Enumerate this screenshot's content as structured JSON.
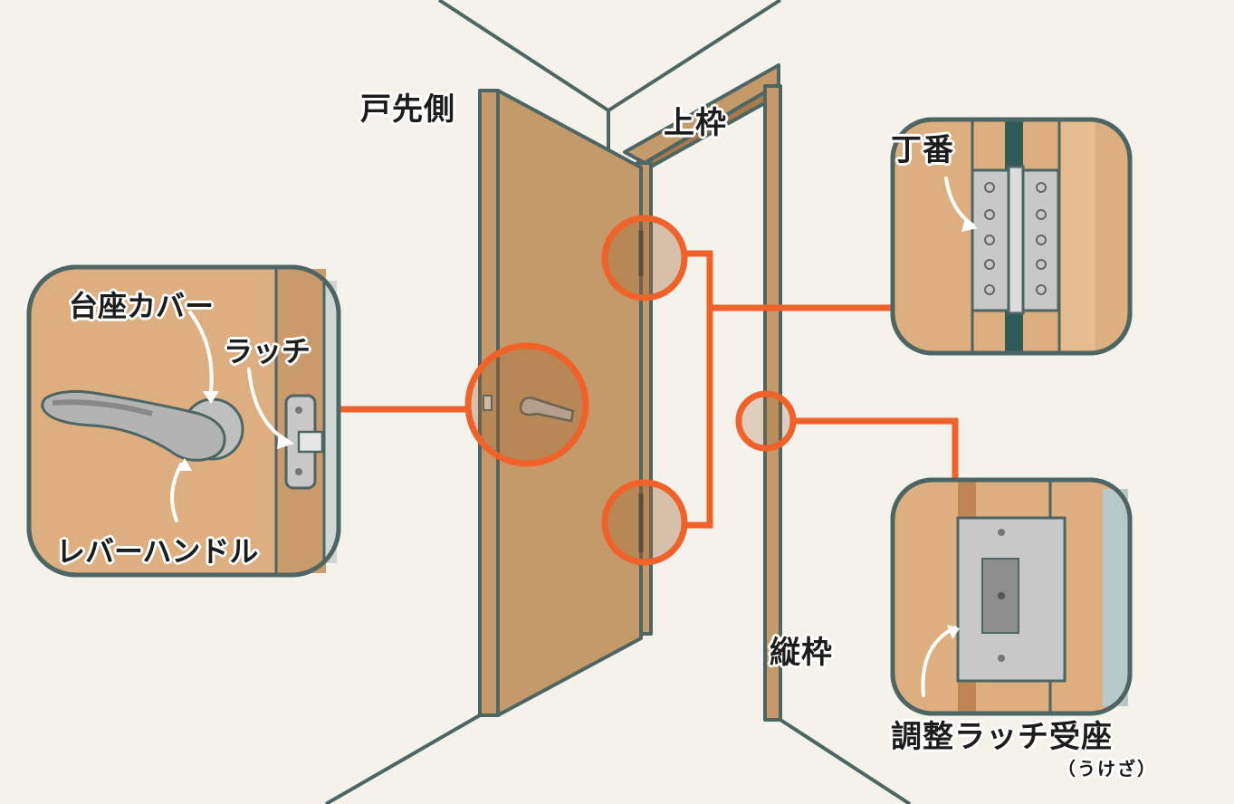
{
  "labels": {
    "door_edge": "戸先側",
    "top_frame": "上枠",
    "side_frame": "縦枠",
    "hinge": "丁番",
    "base_cover": "台座カバー",
    "latch": "ラッチ",
    "lever_handle": "レバーハンドル",
    "strike": "調整ラッチ受座",
    "strike_reading": "（うけざ）"
  },
  "colors": {
    "background": "#f5f2ec",
    "outline": "#4d6563",
    "door": "#c49a6a",
    "callout": "#f0622a",
    "panel_wood": "#ddae7f",
    "metal": "#c8c8c8",
    "hinge_pin": "#2f5a55"
  }
}
